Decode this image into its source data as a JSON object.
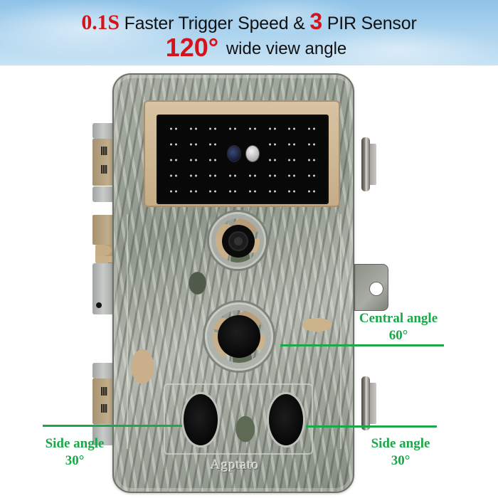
{
  "banner": {
    "line1": {
      "speed_value": "0.1S",
      "speed_text": "Faster Trigger Speed &",
      "sensor_count": "3",
      "sensor_text": "PIR Sensor"
    },
    "line2": {
      "angle_value": "120°",
      "angle_text": "wide view angle"
    },
    "colors": {
      "highlight": "#d4141b",
      "text": "#111111",
      "sky": "#a9d2ee"
    }
  },
  "camera": {
    "brand": "Agptato",
    "ir_grid": {
      "columns": 8,
      "rows": 5
    },
    "pattern": "tree-bark camouflage",
    "components": [
      "IR LED array",
      "light sensor",
      "status LED",
      "camera lens",
      "central PIR sensor",
      "left PIR sensor",
      "right PIR sensor",
      "hinges",
      "locking clips",
      "strap tab"
    ]
  },
  "annotations": {
    "central": {
      "label": "Central angle",
      "value": "60°"
    },
    "side_left": {
      "label": "Side angle",
      "value": "30°"
    },
    "side_right": {
      "label": "Side angle",
      "value": "30°"
    },
    "color": "#1aa84a"
  }
}
